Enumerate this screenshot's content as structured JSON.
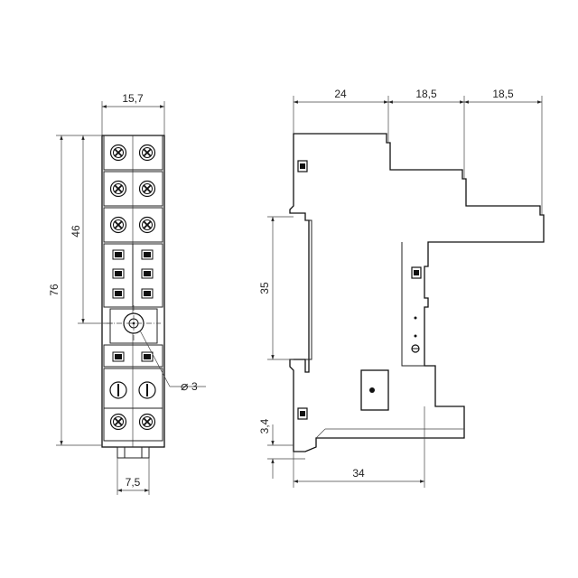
{
  "front_view": {
    "width_top": "15,7",
    "height_total": "76",
    "height_upper": "46",
    "hole_diameter": "3",
    "hole_symbol": "⌀",
    "bottom_width": "7,5"
  },
  "side_view": {
    "top_seg1": "24",
    "top_seg2": "18,5",
    "top_seg3": "18,5",
    "rail_height": "35",
    "foot_height": "3,4",
    "bottom_width": "34"
  }
}
